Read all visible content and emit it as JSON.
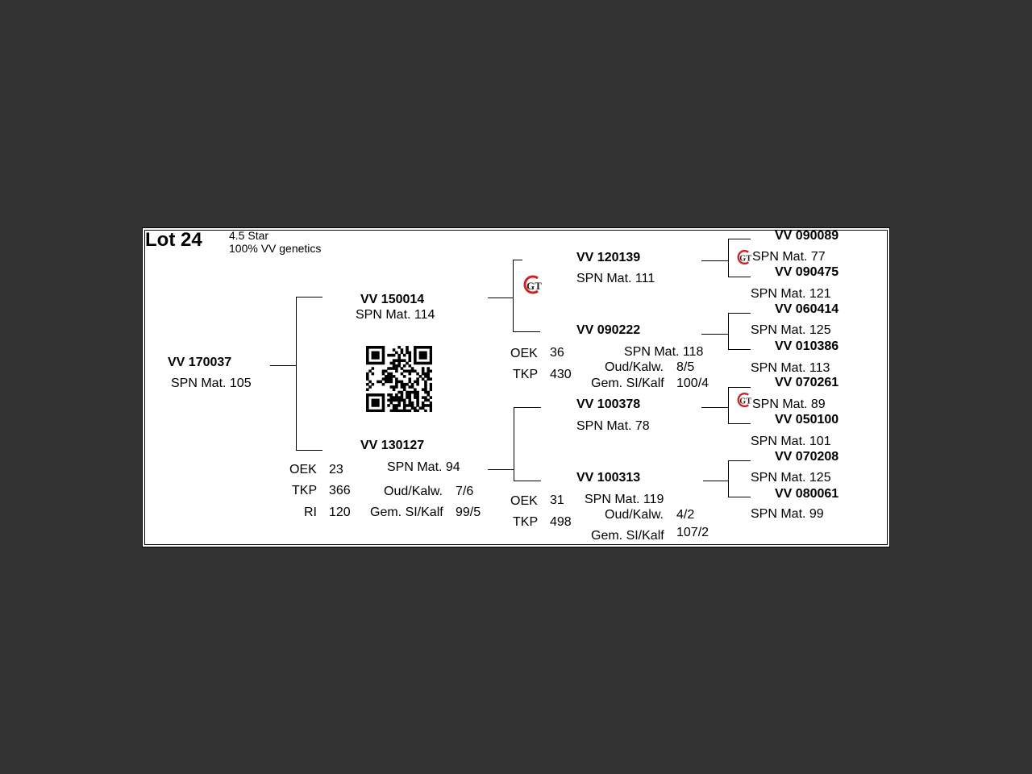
{
  "header": {
    "lot": "Lot 24",
    "rating": "4.5 Star",
    "genetics": "100% VV genetics"
  },
  "animal": {
    "id": "VV  170037",
    "spn": "SPN Mat. 105"
  },
  "sire": {
    "id": "VV  150014",
    "spn": "SPN Mat. 114"
  },
  "dam": {
    "id": "VV  130127",
    "spn": "SPN Mat. 94",
    "stats": {
      "oek_label": "OEK",
      "oek": "23",
      "tkp_label": "TKP",
      "tkp": "366",
      "ri_label": "RI",
      "ri": "120",
      "oud_label": "Oud/Kalw.",
      "oud": "7/6",
      "gem_label": "Gem. SI/Kalf",
      "gem": "99/5"
    }
  },
  "gen2": [
    {
      "id": "VV  120139",
      "spn": "SPN Mat. 111"
    },
    {
      "id": "VV  090222",
      "spn": "SPN Mat. 118",
      "stats": {
        "oek_label": "OEK",
        "oek": "36",
        "tkp_label": "TKP",
        "tkp": "430",
        "oud_label": "Oud/Kalw.",
        "oud": "8/5",
        "gem_label": "Gem. SI/Kalf",
        "gem": "100/4"
      }
    },
    {
      "id": "VV  100378",
      "spn": "SPN Mat. 78"
    },
    {
      "id": "VV  100313",
      "spn": "SPN Mat. 119",
      "stats": {
        "oek_label": "OEK",
        "oek": "31",
        "tkp_label": "TKP",
        "tkp": "498",
        "oud_label": "Oud/Kalw.",
        "oud": "4/2",
        "gem_label": "Gem. SI/Kalf",
        "gem": "107/2"
      }
    }
  ],
  "gen3": [
    {
      "id": "VV  090089",
      "spn": "SPN Mat. 77"
    },
    {
      "id": "VV  090475",
      "spn": "SPN Mat. 121"
    },
    {
      "id": "VV  060414",
      "spn": "SPN Mat. 125"
    },
    {
      "id": "VV  010386",
      "spn": "SPN Mat. 113"
    },
    {
      "id": "VV  070261",
      "spn": "SPN Mat. 89"
    },
    {
      "id": "VV  050100",
      "spn": "SPN Mat. 101"
    },
    {
      "id": "VV  070208",
      "spn": "SPN Mat. 125"
    },
    {
      "id": "VV  080061",
      "spn": "SPN Mat. 99"
    }
  ],
  "logo_text": "GT",
  "colors": {
    "background": "#333333",
    "logo_red": "#d42020"
  }
}
